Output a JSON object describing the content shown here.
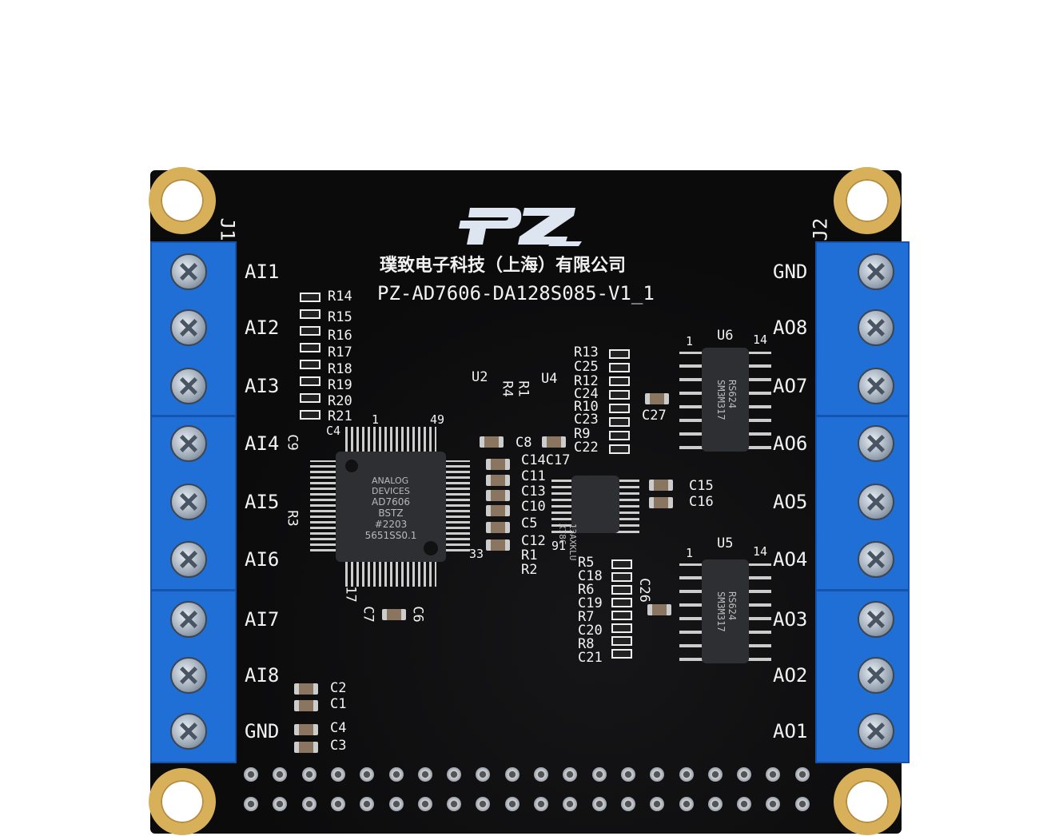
{
  "board": {
    "logo_text": "PZ",
    "company": "璞致电子科技（上海）有限公司",
    "model": "PZ-AD7606-DA128S085-V1_1",
    "connector_left": "J1",
    "connector_right": "J2",
    "left_labels": [
      "AI1",
      "AI2",
      "AI3",
      "AI4",
      "AI5",
      "AI6",
      "AI7",
      "AI8",
      "GND"
    ],
    "right_labels": [
      "GND",
      "AO8",
      "AO7",
      "AO6",
      "AO5",
      "AO4",
      "AO3",
      "AO2",
      "AO1"
    ],
    "adc_chip": {
      "brand": "ANALOG DEVICES",
      "part": "AD7606",
      "suffix": "BSTZ",
      "date": "#2203",
      "lot": "5651SS0.1"
    },
    "dac_chip": {
      "line1": "13AXKLU",
      "line2": "X78C"
    },
    "u6_chip": {
      "line1": "RS624",
      "line2": "SM3M317"
    },
    "u5_chip": {
      "line1": "RS624",
      "line2": "SM3M317"
    },
    "silk": [
      "R14",
      "R15",
      "R16",
      "R17",
      "R18",
      "R19",
      "R20",
      "R21",
      "C4",
      "R13",
      "C25",
      "R12",
      "C24",
      "R10",
      "C23",
      "R9",
      "C22",
      "U2",
      "U4",
      "R4",
      "R1",
      "C8",
      "C14C17",
      "C11",
      "C13",
      "C10",
      "C5",
      "C12",
      "R1",
      "R2",
      "C15",
      "C16",
      "C27",
      "R5",
      "C18",
      "R6",
      "C19",
      "R7",
      "C20",
      "R8",
      "C21",
      "C2",
      "C1",
      "C4",
      "C3",
      "U6",
      "U5",
      "C9",
      "R3",
      "C7",
      "C6",
      "C26",
      "1",
      "14",
      "1",
      "14",
      "33",
      "17",
      "49",
      "1",
      "91"
    ]
  }
}
